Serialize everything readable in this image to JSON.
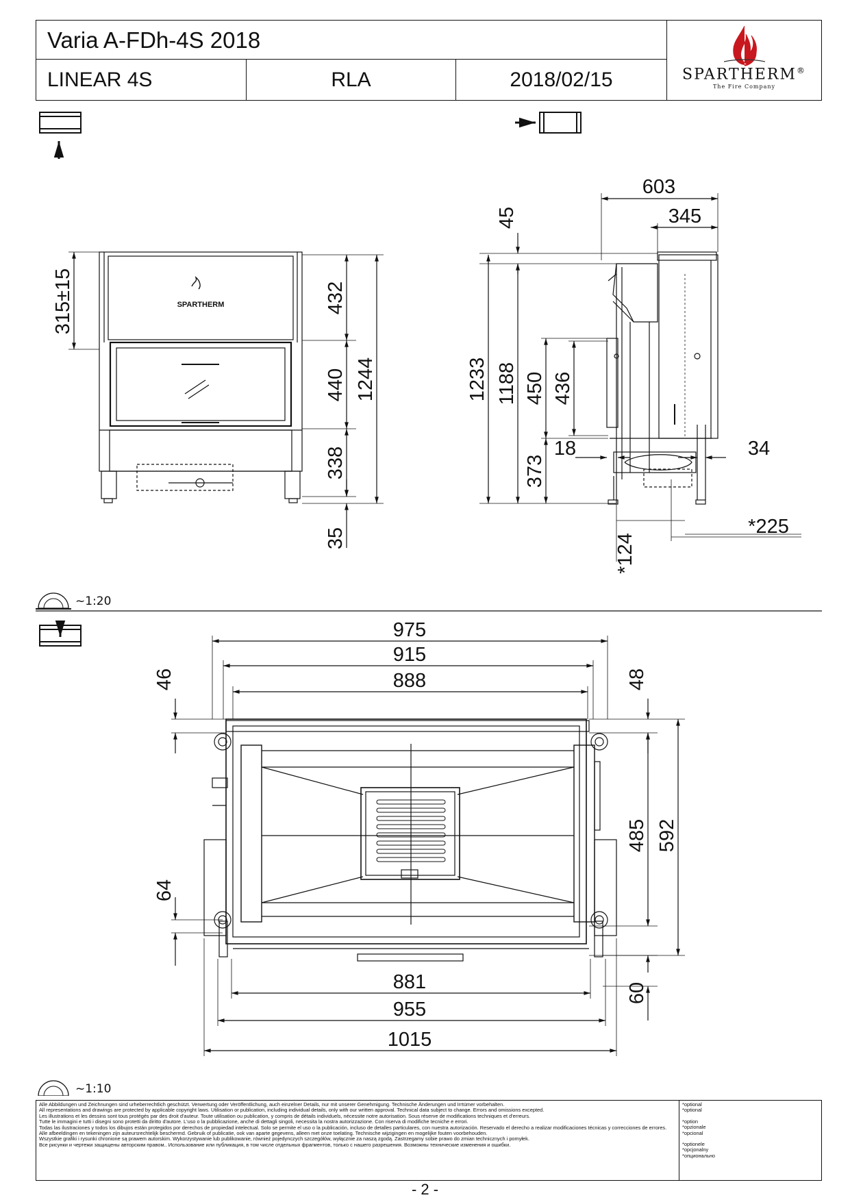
{
  "header": {
    "title": "Varia A-FDh-4S 2018",
    "model": "LINEAR 4S",
    "code": "RLA",
    "date": "2018/02/15",
    "logo": {
      "brand": "SPARTHERM",
      "registered": "®",
      "tagline": "The Fire Company"
    }
  },
  "front_view": {
    "dim_left": "315±15",
    "dim_432": "432",
    "dim_440": "440",
    "dim_338": "338",
    "dim_1244": "1244",
    "dim_35": "35",
    "logo_label": "SPARTHERM"
  },
  "side_view": {
    "dim_603": "603",
    "dim_345": "345",
    "dim_45": "45",
    "dim_1233": "1233",
    "dim_1188": "1188",
    "dim_450": "450",
    "dim_436": "436",
    "dim_373": "373",
    "dim_18": "18",
    "dim_34": "34",
    "dim_225": "*225",
    "dim_124": "*124"
  },
  "scale_1": "~1:20",
  "top_view": {
    "dim_975": "975",
    "dim_915": "915",
    "dim_888": "888",
    "dim_46": "46",
    "dim_48": "48",
    "dim_485": "485",
    "dim_592": "592",
    "dim_64": "64",
    "dim_881": "881",
    "dim_955": "955",
    "dim_1015": "1015",
    "dim_60": "60"
  },
  "scale_2": "~1:10",
  "disclaimer": {
    "lines": [
      "Alle Abbildungen und Zeichnungen sind urheberrechtlich geschützt. Verwertung oder Veröffentlichung, auch einzelner Details, nur mit unserer Genehmigung. Technische Änderungen und Irrtümer vorbehalten.",
      "All representations and drawings are protected by applicable copyright laws. Utilisation or publication, including individual details, only with our written approval. Technical data subject to change. Errors and omissions excepted.",
      "Les illustrations et les dessins sont tous protégés par des droit d'auteur. Toute utilisation ou publication, y compris de détails individuels, nécessite notre autorisation. Sous réserve de modifications techniques et d'erreurs.",
      "Tutte le immagini e tutti i disegni sono protetti da diritto d'autore. L'uso o la pubblicazione, anche di dettagli singoli, necessita la nostra autorizzazione. Con riserva di modifiche tecniche e errori.",
      "Todas las ilustraciones y todos los dibujos están protegidos por derechos de propiedad intelectual. Solo se permite el uso o la publicación, incluso de detalles particulares, con nuestra autorización. Reservado el derecho a realizar modificaciones técnicas y correcciones de errores.",
      "Alle afbeeldingen en tekeningen zijn auteursrechtelijk beschermd. Gebruik of publicatie, ook van aparte gegevens, alleen met onze toelating. Technische wijzigingen en mogelijke fouten voorbehouden.",
      "Wszystkie grafiki i rysunki chronione są prawem autorskim. Wykorzystywanie lub publikowanie, również pojedynczych szczegółów, wyłącznie za naszą zgodą. Zastrzegamy sobie prawo do zmian technicznych i pomyłek.",
      "Все рисунки и чертежи защищены авторским правом.. Использование или публикация, в том числе отдельных фрагментов, только с нашего разрешения. Возможны технические изменения и ошибки."
    ],
    "optional": [
      "*optional",
      "*optional",
      "*option",
      "*opzionale",
      "*opcional",
      "*optionele",
      "*opcjonalny",
      "*опционально"
    ]
  },
  "page_number": "- 2 -"
}
